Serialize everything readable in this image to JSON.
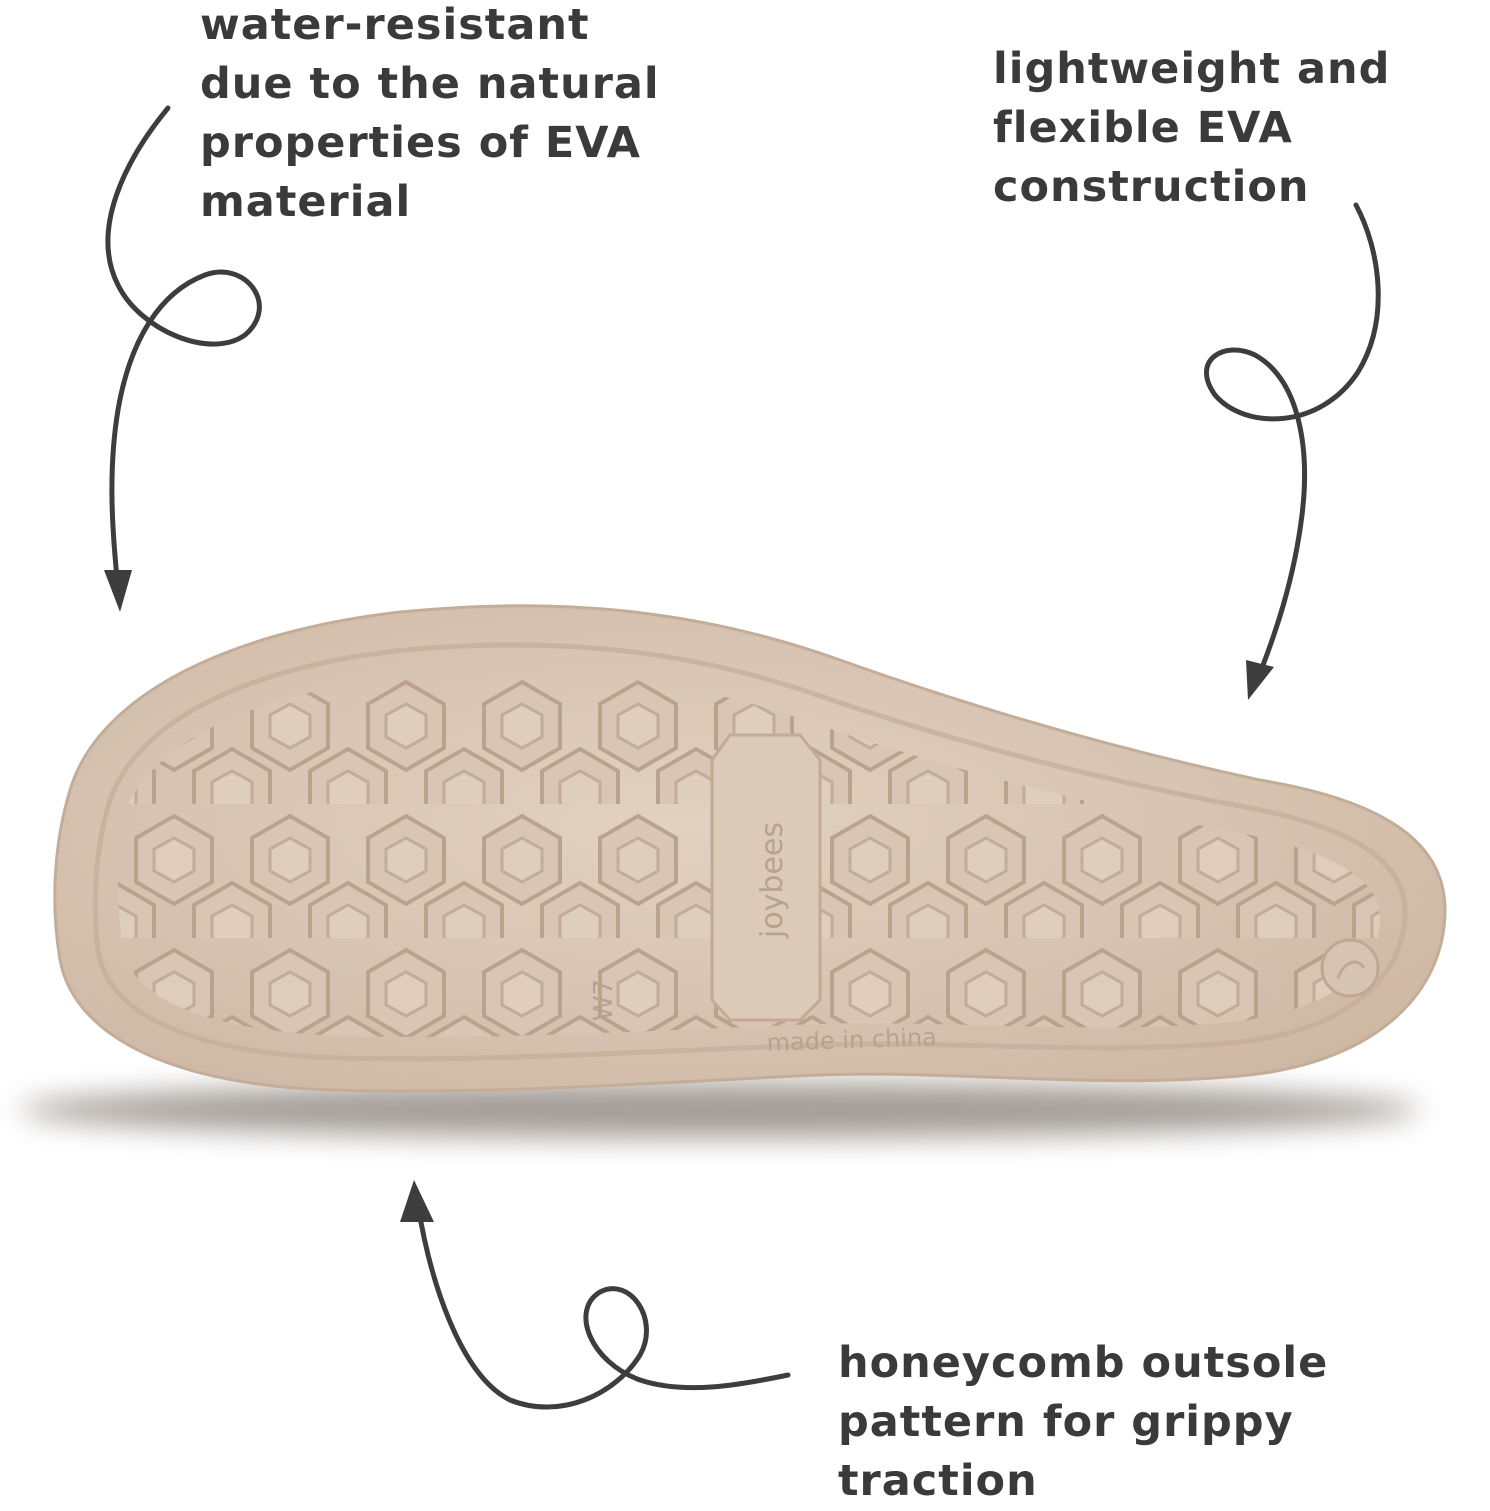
{
  "callouts": {
    "water_resistant": [
      "water-resistant",
      "due to the natural",
      "properties of EVA",
      "material"
    ],
    "lightweight": [
      "lightweight and",
      "flexible EVA",
      "construction"
    ],
    "honeycomb": [
      "honeycomb outsole",
      "pattern for grippy",
      "traction"
    ]
  },
  "sole": {
    "brand": "joybees",
    "size": "W7",
    "origin": "made in china"
  },
  "colors": {
    "sole_fill": "#dcc9b8",
    "sole_rim": "#c9b29e",
    "text": "#3a3a3a",
    "arrow": "#3d3d3d"
  }
}
